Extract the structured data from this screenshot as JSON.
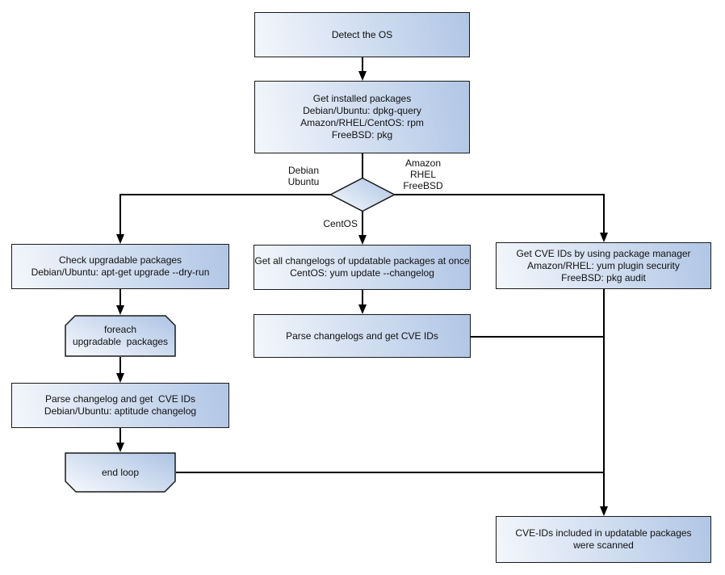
{
  "diagram": {
    "background": "#ffffff",
    "colors": {
      "node_fill_light": "#f4f7fc",
      "node_fill_dark": "#b0c6e5",
      "node_border": "#1a1a1a",
      "connector": "#000000",
      "text": "#111111"
    },
    "nodes": {
      "detect_os": {
        "label": "Detect the OS"
      },
      "get_installed_packages": {
        "label": "Get installed packages\nDebian/Ubuntu: dpkg-query\nAmazon/RHEL/CentOS: rpm\nFreeBSD: pkg"
      },
      "check_upgradable_packages": {
        "label": "Check upgradable packages\nDebian/Ubuntu: apt-get upgrade --dry-run"
      },
      "foreach_upgradable_packages": {
        "label": "foreach\nupgradable  packages"
      },
      "parse_changelog_get_cve_ids": {
        "label": "Parse changelog and get  CVE IDs\nDebian/Ubuntu: aptitude changelog"
      },
      "end_loop": {
        "label": "end loop"
      },
      "get_all_changelogs": {
        "label": "Get all changelogs of updatable packages at once\nCentOS: yum update --changelog"
      },
      "parse_changelogs_get_cve_ids": {
        "label": "Parse changelogs and get CVE IDs"
      },
      "get_cve_ids_package_manager": {
        "label": "Get CVE IDs by using package manager\nAmazon/RHEL: yum plugin security\nFreeBSD: pkg audit"
      },
      "cve_ids_scanned": {
        "label": "CVE-IDs included in updatable packages\nwere scanned"
      }
    },
    "edge_labels": {
      "debian_ubuntu": "Debian\nUbuntu",
      "amazon_rhel_freebsd": "Amazon\nRHEL\nFreeBSD",
      "centos": "CentOS"
    }
  }
}
